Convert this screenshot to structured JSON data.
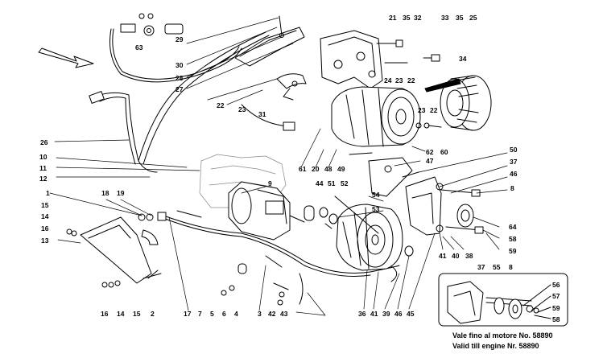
{
  "callouts": [
    "21",
    "35",
    "32",
    "33",
    "35",
    "25",
    "29",
    "63",
    "30",
    "28",
    "27",
    "34",
    "24",
    "23",
    "22",
    "22",
    "23",
    "31",
    "23",
    "22",
    "62",
    "60",
    "26",
    "10",
    "11",
    "12",
    "61",
    "20",
    "48",
    "49",
    "50",
    "47",
    "37",
    "46",
    "8",
    "9",
    "44",
    "51",
    "52",
    "54",
    "53",
    "1",
    "18",
    "19",
    "15",
    "14",
    "16",
    "13",
    "64",
    "58",
    "59",
    "41",
    "40",
    "38",
    "37",
    "55",
    "8",
    "56",
    "57",
    "59",
    "58",
    "16",
    "14",
    "15",
    "2",
    "17",
    "7",
    "5",
    "6",
    "4",
    "3",
    "42",
    "43",
    "36",
    "41",
    "39",
    "46",
    "45"
  ],
  "inset_note": {
    "line1": "Vale fino al motore No. 58890",
    "line2": "Valid till engine Nr. 58890"
  }
}
